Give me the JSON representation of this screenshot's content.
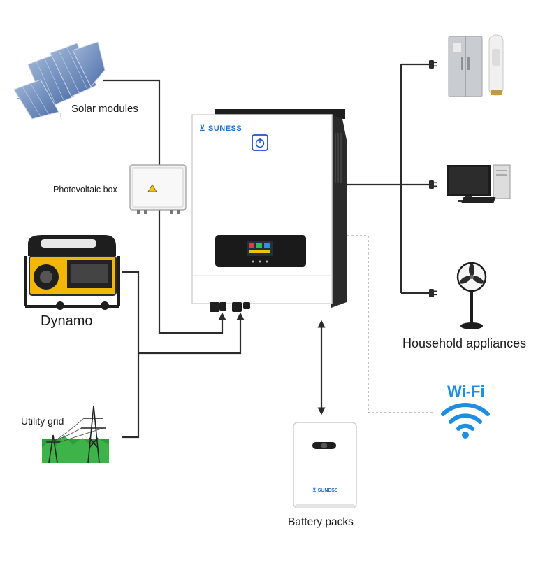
{
  "labels": {
    "solar": "Solar modules",
    "solar_minus": "-",
    "solar_plus": "+",
    "pv_box": "Photovoltaic box",
    "dynamo": "Dynamo",
    "utility_grid": "Utility grid",
    "household": "Household appliances",
    "battery": "Battery packs",
    "wifi": "Wi-Fi"
  },
  "brand": {
    "inverter": "SUNESS",
    "battery": "SUNESS"
  },
  "colors": {
    "line": "#2b2b2b",
    "wifi_blue": "#1e8fe0",
    "brand_blue": "#1e6fd0",
    "generator_yellow": "#f2b705",
    "grass_green": "#2e9e3a"
  },
  "icons": {
    "solar": "solar-panel-icon",
    "pv_box": "junction-box-icon",
    "generator": "generator-icon",
    "grid": "power-tower-icon",
    "fridge": "refrigerator-icon",
    "computer": "desktop-computer-icon",
    "fan": "standing-fan-icon",
    "wifi": "wifi-icon",
    "battery": "battery-pack-icon",
    "inverter": "inverter-icon"
  }
}
